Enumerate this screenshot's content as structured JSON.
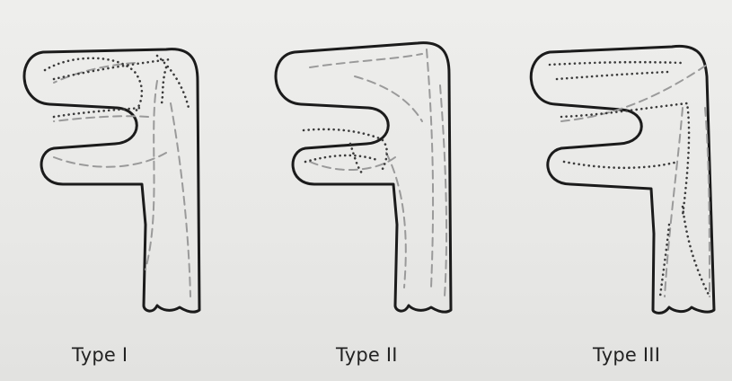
{
  "figures": [
    {
      "label": "Type I"
    },
    {
      "label": "Type II"
    },
    {
      "label": "Type III"
    }
  ]
}
